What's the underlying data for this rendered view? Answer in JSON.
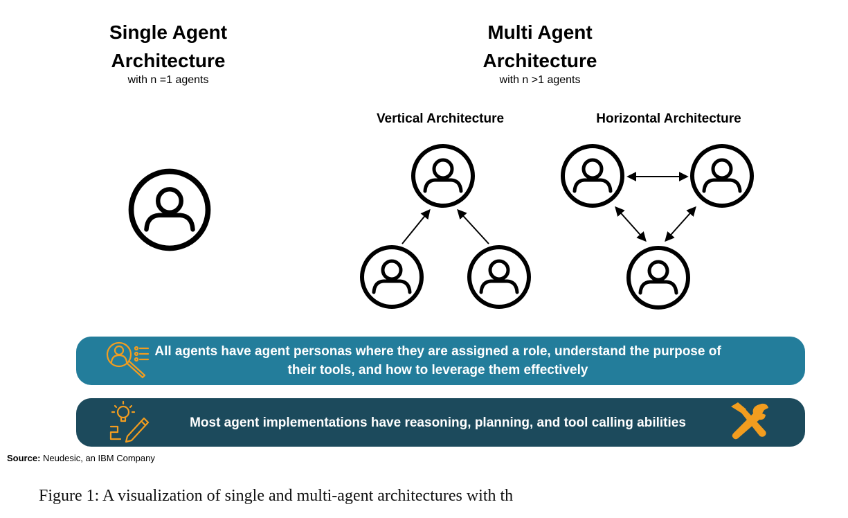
{
  "single": {
    "title_line1": "Single Agent",
    "title_line2": "Architecture",
    "subtitle": "with n =1 agents"
  },
  "multi": {
    "title_line1": "Multi Agent",
    "title_line2": "Architecture",
    "subtitle": "with n >1 agents",
    "vertical_label": "Vertical Architecture",
    "horizontal_label": "Horizontal Architecture"
  },
  "banners": {
    "personas": "All agents have agent personas where they are assigned a role, understand the purpose of their tools, and how to leverage them effectively",
    "abilities": "Most agent implementations have reasoning, planning, and tool calling abilities"
  },
  "source": {
    "label": "Source:",
    "text": " Neudesic, an IBM Company"
  },
  "caption": "Figure 1: A visualization of single and multi-agent architectures with th",
  "icons": {
    "agent": "person-in-circle-icon",
    "persona": "magnifier-person-icon",
    "planning": "lightbulb-pencil-icon",
    "tools": "hammer-wrench-icon"
  },
  "colors": {
    "banner_primary": "#237d9b",
    "banner_dark": "#1c4a5c",
    "icon_orange": "#f29d1f"
  }
}
